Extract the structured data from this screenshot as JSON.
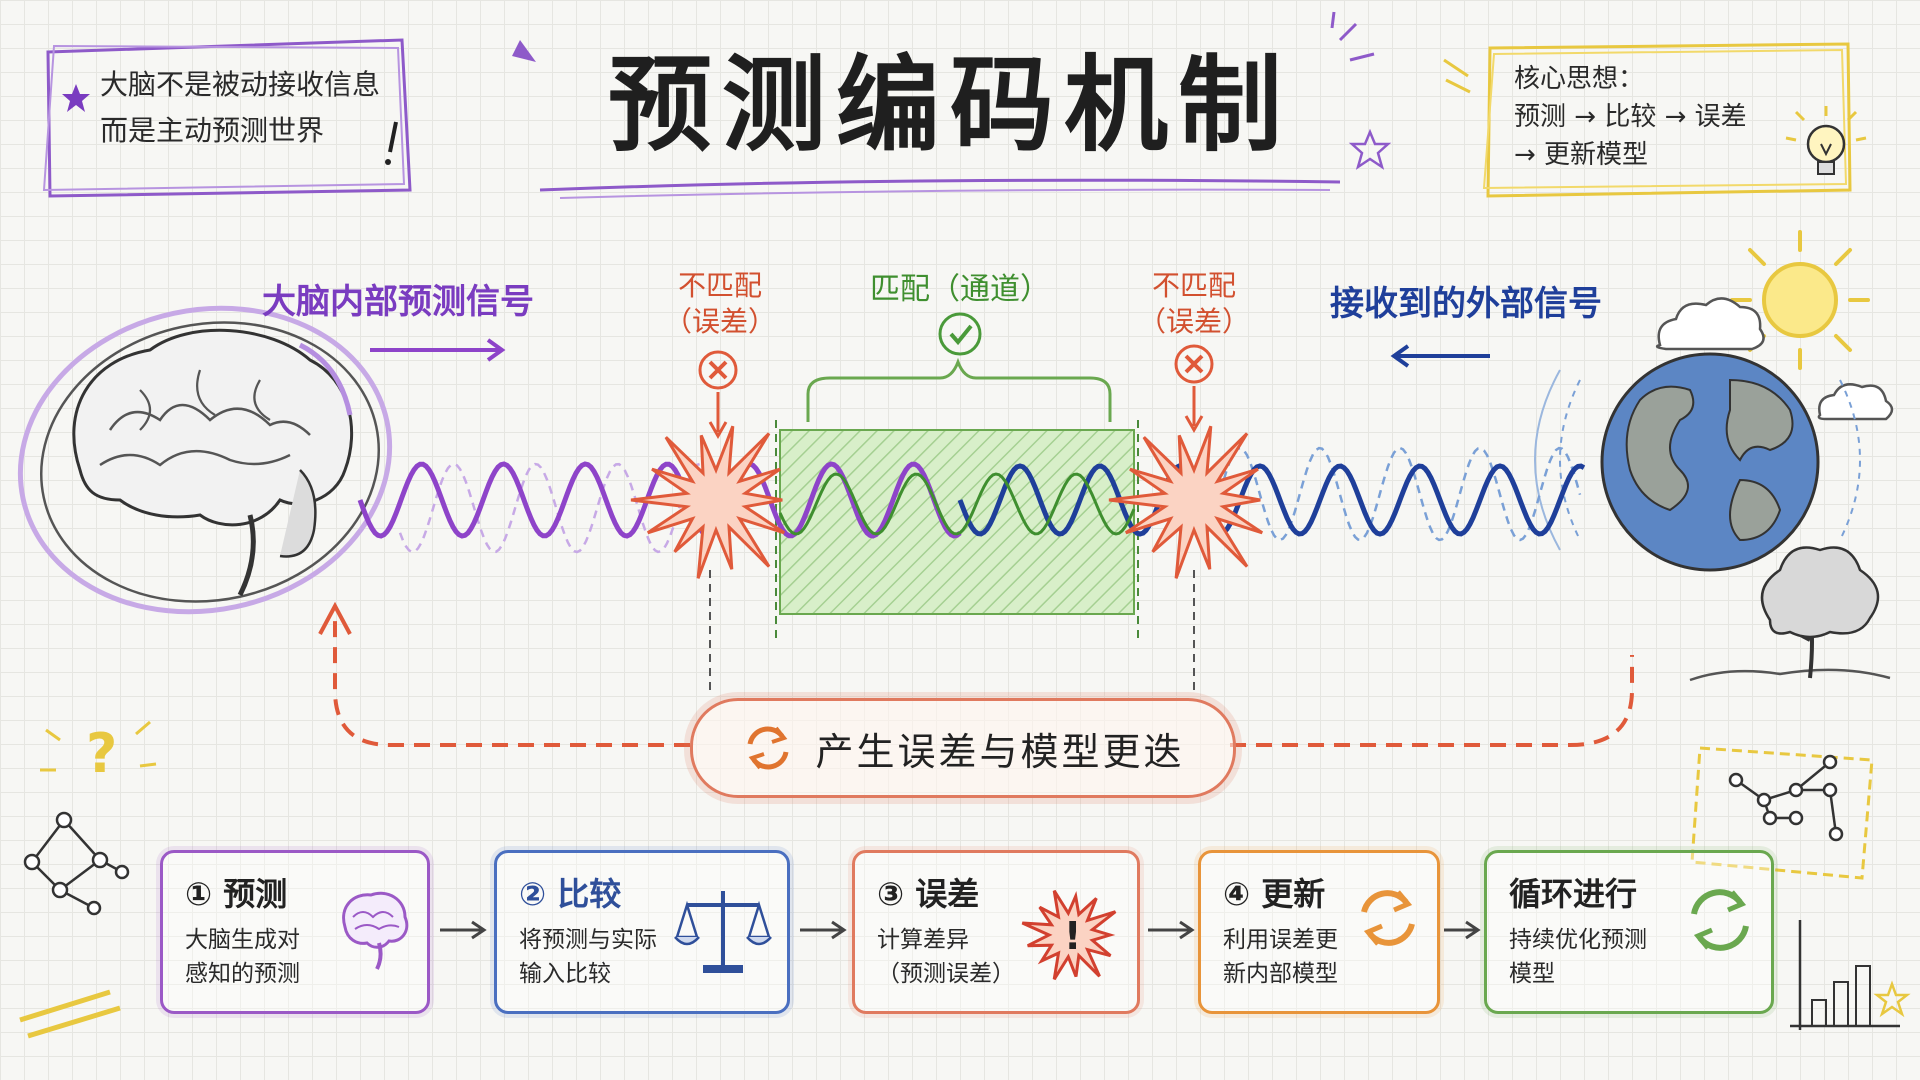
{
  "title": "预测编码机制",
  "note_left": {
    "line1": "大脑不是被动接收信息",
    "line2": "而是主动预测世界"
  },
  "note_right": {
    "heading": "核心思想：",
    "line1": "预测 → 比较 → 误差",
    "line2": "→ 更新模型"
  },
  "labels": {
    "internal": "大脑内部预测信号",
    "external": "接收到的外部信号",
    "mismatch_left": {
      "line1": "不匹配",
      "line2": "（误差）"
    },
    "match": "匹配（通道）",
    "mismatch_right": {
      "line1": "不匹配",
      "line2": "（误差）"
    }
  },
  "cycle_label": "产生误差与模型更迭",
  "steps": [
    {
      "head": "① 预测",
      "line1": "大脑生成对",
      "line2": "感知的预测",
      "color": "#9b59c6"
    },
    {
      "head": "② 比较",
      "line1": "将预测与实际",
      "line2": "输入比较",
      "color": "#4a6fc0"
    },
    {
      "head": "③ 误差",
      "line1": "计算差异",
      "line2": "（预测误差）",
      "color": "#e07a5f"
    },
    {
      "head": "④ 更新",
      "line1": "利用误差更",
      "line2": "新内部模型",
      "color": "#e8943a"
    },
    {
      "head": "循环进行",
      "line1": "持续优化预测",
      "line2": "模型",
      "color": "#6aa84f"
    }
  ],
  "icons": [
    "star-icon",
    "lightbulb-icon",
    "sun-icon",
    "cloud-icon",
    "brain-icon",
    "globe-icon",
    "tree-icon",
    "question-icon",
    "network-icon",
    "scales-icon",
    "burst-icon",
    "cycle-icon",
    "bar-chart-icon"
  ],
  "colors": {
    "prediction": "#8e44c9",
    "external": "#1f3f9a",
    "match": "#6aa84f",
    "error": "#e05a3a"
  }
}
